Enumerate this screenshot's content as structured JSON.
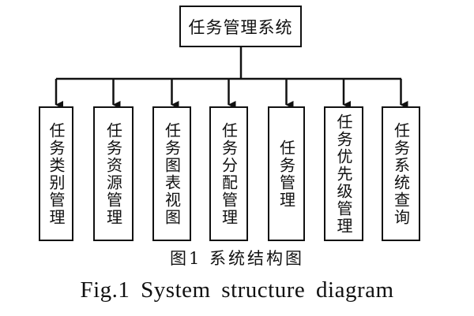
{
  "diagram": {
    "root": {
      "label": "任务管理系统"
    },
    "children": [
      {
        "label": "任务类别管理"
      },
      {
        "label": "任务资源管理"
      },
      {
        "label": "任务图表视图"
      },
      {
        "label": "任务分配管理"
      },
      {
        "label": "任务管理"
      },
      {
        "label": "任务优先级管理"
      },
      {
        "label": "任务系统查询"
      }
    ],
    "edges": [
      {
        "from": "任务管理系统",
        "to": "任务类别管理"
      },
      {
        "from": "任务管理系统",
        "to": "任务资源管理"
      },
      {
        "from": "任务管理系统",
        "to": "任务图表视图"
      },
      {
        "from": "任务管理系统",
        "to": "任务分配管理"
      },
      {
        "from": "任务管理系统",
        "to": "任务管理"
      },
      {
        "from": "任务管理系统",
        "to": "任务优先级管理"
      },
      {
        "from": "任务管理系统",
        "to": "任务系统查询"
      }
    ]
  },
  "caption": {
    "cn": "图1 系统结构图",
    "en": "Fig.1 System structure diagram"
  },
  "colors": {
    "line": "#111111",
    "background": "#ffffff"
  }
}
